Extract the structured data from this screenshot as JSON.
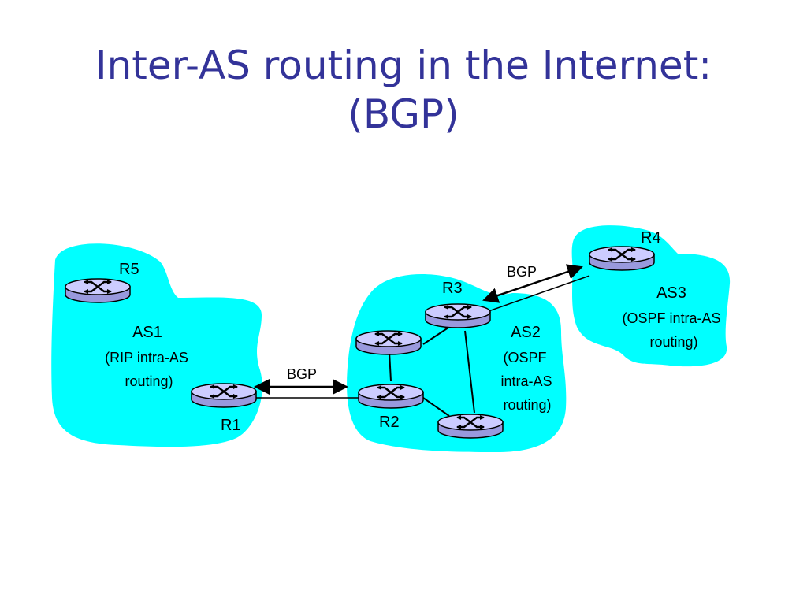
{
  "title": {
    "line1": "Inter-AS routing in the Internet:",
    "line2": "(BGP)"
  },
  "colors": {
    "title": "#333399",
    "cloud": "#00ffff",
    "router_top": "#ccccff",
    "router_side": "#9999dd",
    "line": "#000000"
  },
  "autonomous_systems": [
    {
      "id": "as1",
      "name": "AS1",
      "protocol_lines": [
        "(RIP intra-AS",
        "routing)"
      ]
    },
    {
      "id": "as2",
      "name": "AS2",
      "protocol_lines": [
        "(OSPF",
        "intra-AS",
        "routing)"
      ]
    },
    {
      "id": "as3",
      "name": "AS3",
      "protocol_lines": [
        "(OSPF intra-AS",
        "routing)"
      ]
    }
  ],
  "routers": [
    {
      "id": "r5",
      "label": "R5",
      "as": "AS1"
    },
    {
      "id": "r1",
      "label": "R1",
      "as": "AS1"
    },
    {
      "id": "r3",
      "label": "R3",
      "as": "AS2"
    },
    {
      "id": "r2",
      "label": "R2",
      "as": "AS2"
    },
    {
      "id": "as2-left",
      "label": "",
      "as": "AS2"
    },
    {
      "id": "as2-bottom",
      "label": "",
      "as": "AS2"
    },
    {
      "id": "r4",
      "label": "R4",
      "as": "AS3"
    }
  ],
  "bgp_links": [
    {
      "from": "R1",
      "to": "R2",
      "label": "BGP"
    },
    {
      "from": "R3",
      "to": "R4",
      "label": "BGP"
    }
  ],
  "intra_links": [
    {
      "from": "as2-left",
      "to": "R3"
    },
    {
      "from": "as2-left",
      "to": "R2"
    },
    {
      "from": "R2",
      "to": "as2-bottom"
    },
    {
      "from": "R3",
      "to": "as2-bottom"
    }
  ]
}
